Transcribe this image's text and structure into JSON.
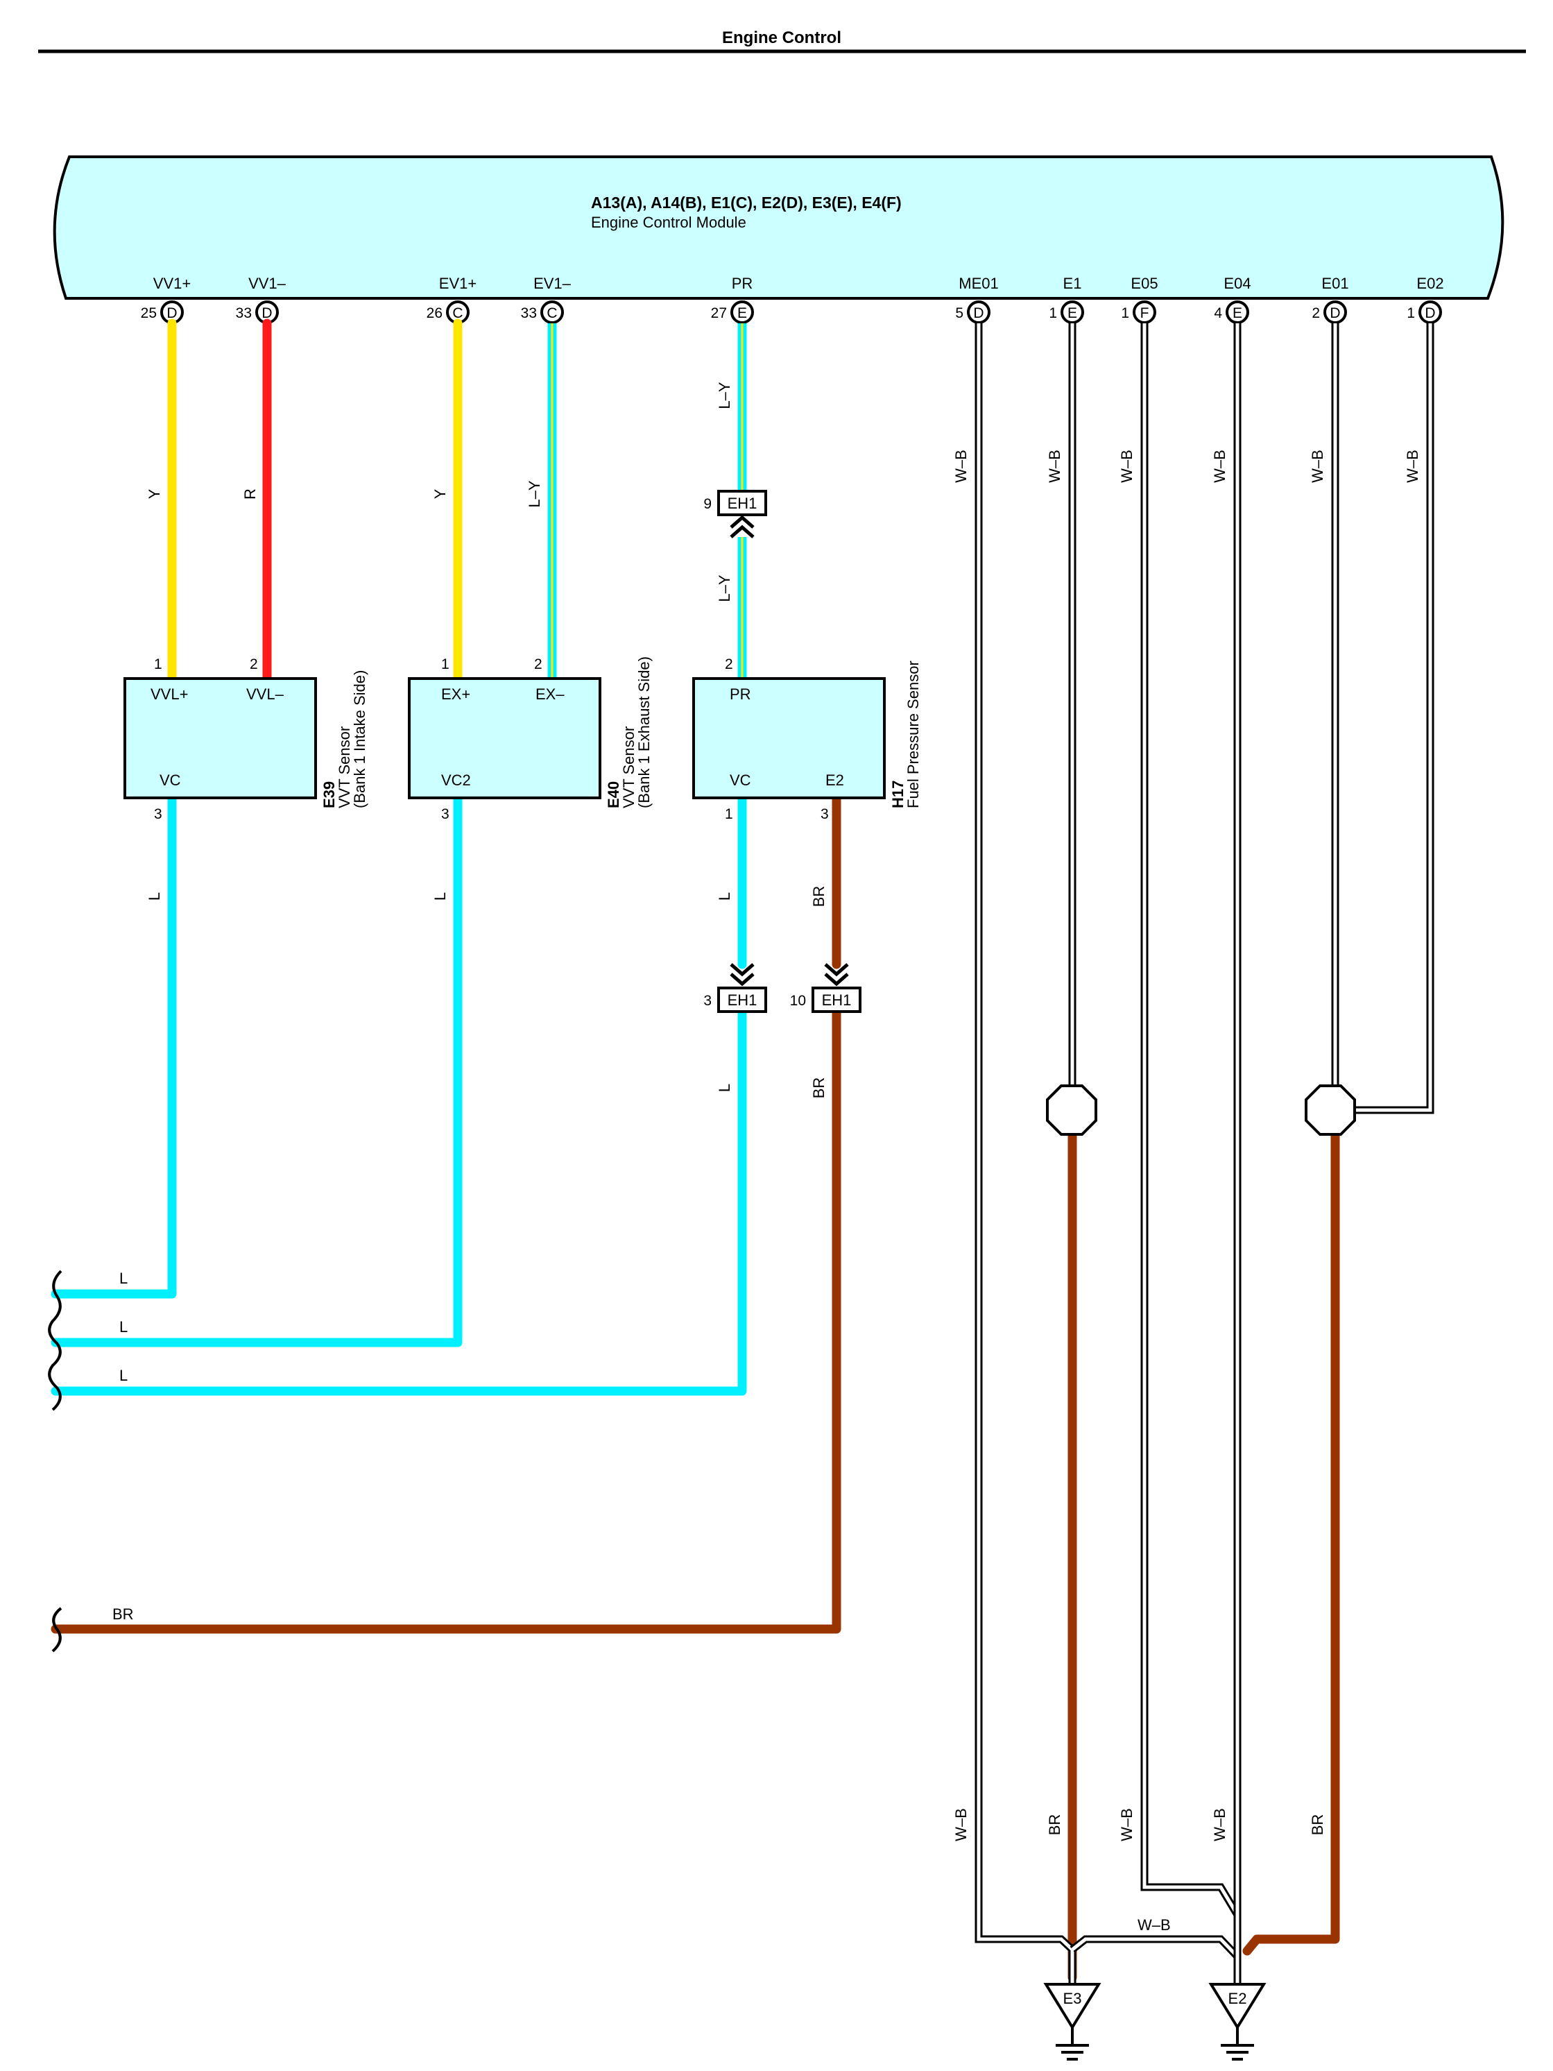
{
  "page": {
    "title": "Engine Control"
  },
  "colors": {
    "ecm_fill": "#ccffff",
    "sensor_fill": "#ccffff",
    "Y": "#ffe600",
    "R": "#ff1a1a",
    "L": "#00f0ff",
    "BR": "#993300",
    "WB": "#ffffff"
  },
  "ecm": {
    "connectors": "A13(A), A14(B), E1(C), E2(D), E3(E), E4(F)",
    "name": "Engine Control Module",
    "terminals": [
      {
        "name": "VV1+",
        "pin": "25",
        "conn": "D"
      },
      {
        "name": "VV1–",
        "pin": "33",
        "conn": "D"
      },
      {
        "name": "EV1+",
        "pin": "26",
        "conn": "C"
      },
      {
        "name": "EV1–",
        "pin": "33",
        "conn": "C"
      },
      {
        "name": "PR",
        "pin": "27",
        "conn": "E"
      },
      {
        "name": "ME01",
        "pin": "5",
        "conn": "D"
      },
      {
        "name": "E1",
        "pin": "1",
        "conn": "E"
      },
      {
        "name": "E05",
        "pin": "1",
        "conn": "F"
      },
      {
        "name": "E04",
        "pin": "4",
        "conn": "E"
      },
      {
        "name": "E01",
        "pin": "2",
        "conn": "D"
      },
      {
        "name": "E02",
        "pin": "1",
        "conn": "D"
      }
    ]
  },
  "sensors": [
    {
      "id": "E39",
      "name": "VVT Sensor",
      "sub": "(Bank 1 Intake Side)",
      "t1": "VVL+",
      "t2": "VVL–",
      "t3": "VC",
      "p1": "1",
      "p2": "2",
      "p3": "3"
    },
    {
      "id": "E40",
      "name": "VVT Sensor",
      "sub": "(Bank 1 Exhaust Side)",
      "t1": "EX+",
      "t2": "EX–",
      "t3": "VC2",
      "p1": "1",
      "p2": "2",
      "p3": "3"
    },
    {
      "id": "H17",
      "name": "Fuel Pressure Sensor",
      "t1": "PR",
      "t3": "VC",
      "t4": "E2",
      "p1": "2",
      "p3": "1",
      "p4": "3"
    }
  ],
  "junctions": [
    {
      "name": "EH1",
      "pin": "9"
    },
    {
      "name": "EH1",
      "pin": "3"
    },
    {
      "name": "EH1",
      "pin": "10"
    }
  ],
  "wire_labels": {
    "Y": "Y",
    "R": "R",
    "LY": "L–Y",
    "L": "L",
    "BR": "BR",
    "WB": "W–B"
  },
  "grounds": [
    "E3",
    "E2"
  ]
}
